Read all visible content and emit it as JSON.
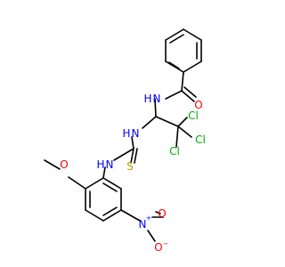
{
  "colors": {
    "bond": "#000000",
    "N": "#0000ff",
    "O": "#ff0000",
    "S": "#b8a000",
    "Cl": "#00b000"
  },
  "atoms": {
    "amide_n": "N",
    "amide_h": "H",
    "carbonyl_o": "O",
    "cl_top": "Cl",
    "cl_right": "Cl",
    "cl_bottom": "Cl",
    "thiourea_n1": "N",
    "thiourea_h1": "H",
    "thiourea_s": "S",
    "thiourea_n2": "N",
    "thiourea_h2": "H",
    "methoxy_o": "O",
    "nitro_n": "N",
    "nitro_n_charge": "+",
    "nitro_o_top": "O",
    "nitro_o_bottom": "O",
    "nitro_o_charge": "−"
  }
}
